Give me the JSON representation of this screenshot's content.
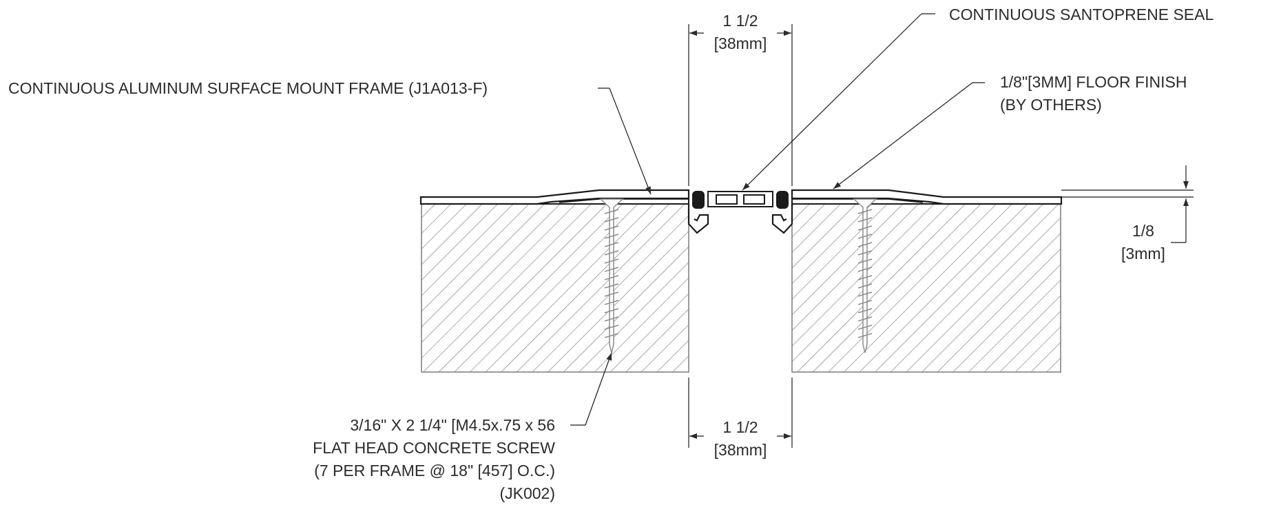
{
  "drawing": {
    "frame_label": "CONTINUOUS ALUMINUM SURFACE MOUNT FRAME (J1A013-F)",
    "seal_label": "CONTINUOUS SANTOPRENE SEAL",
    "finish_label": {
      "line1": "1/8\"[3MM] FLOOR FINISH",
      "line2": "(BY OTHERS)"
    },
    "screw_label": {
      "line1": "3/16\" X 2 1/4\" [M4.5x.75 x 56",
      "line2": "FLAT HEAD CONCRETE SCREW",
      "line3": "(7 PER FRAME @ 18\" [457] O.C.)",
      "line4": "(JK002)"
    },
    "dim_top": {
      "imperial": "1 1/2",
      "metric": "[38mm]"
    },
    "dim_bottom": {
      "imperial": "1 1/2",
      "metric": "[38mm]"
    },
    "dim_finish": {
      "imperial": "1/8",
      "metric": "[3mm]"
    }
  },
  "colors": {
    "line": "#1a1a1a",
    "hatch": "#6b6b6b",
    "screw": "#8c8c8c",
    "text": "#2b2b2b"
  }
}
